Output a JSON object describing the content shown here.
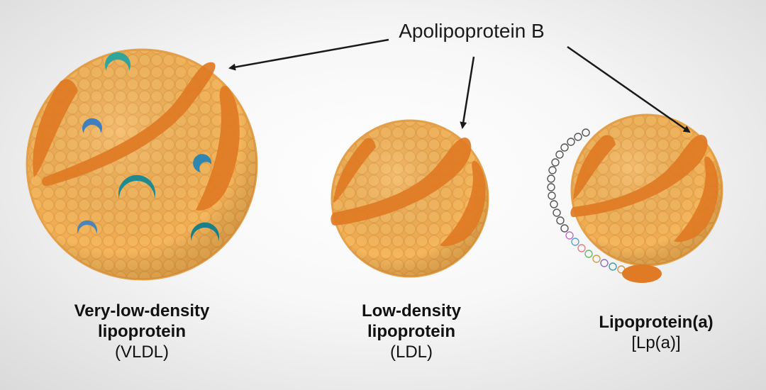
{
  "callout": {
    "label": "Apolipoprotein B"
  },
  "particles": [
    {
      "id": "vldl",
      "name_line1": "Very-low-density",
      "name_line2": "lipoprotein",
      "abbreviation": "(VLDL)"
    },
    {
      "id": "ldl",
      "name_line1": "Low-density",
      "name_line2": "lipoprotein",
      "abbreviation": "(LDL)"
    },
    {
      "id": "lpa",
      "name_line1": "Lipoprotein(a)",
      "name_line2": "",
      "abbreviation": "[Lp(a)]"
    }
  ],
  "colors": {
    "particle_base": "#f4b860",
    "particle_bump": "#f2ae52",
    "bump_edge": "#e09a3e",
    "apob_band": "#e07a24",
    "arrow": "#1a1a1a",
    "apoa_kringle": "#555555"
  }
}
